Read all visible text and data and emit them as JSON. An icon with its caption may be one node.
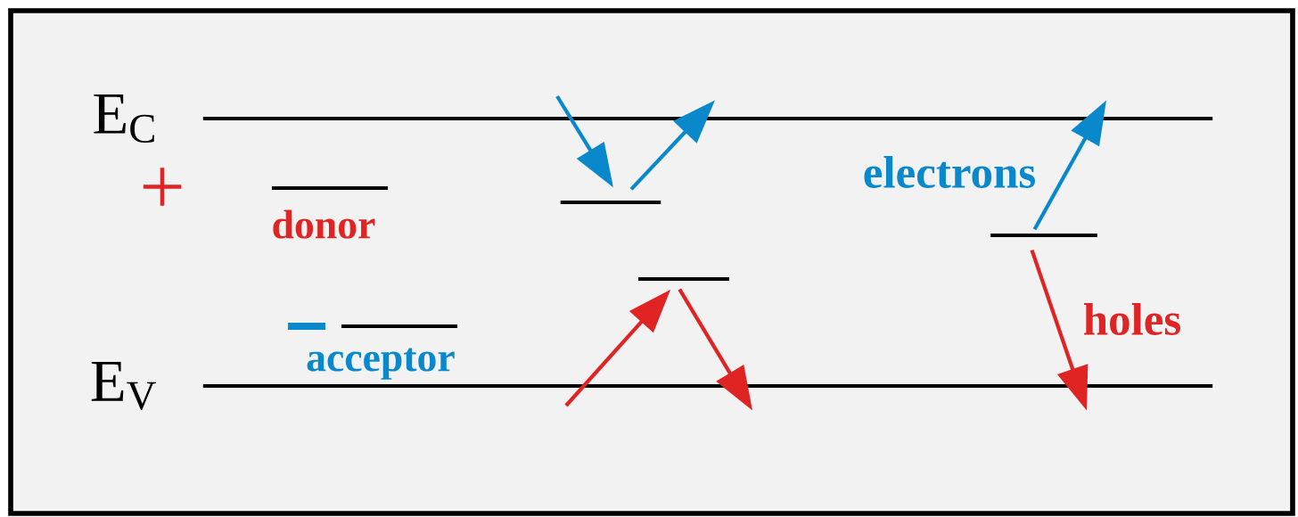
{
  "diagram": {
    "nodes": [
      {
        "text": [
          "E$_{C}$"
        ]
      },
      {
        "text": [
          "E$_{V}$"
        ]
      },
      {
        "text": [
          "donor"
        ],
        "beside": [
          "+"
        ]
      },
      {
        "text": [
          "acceptor"
        ]
      },
      {
        "text": [],
        "shape": "bar"
      },
      {
        "text": [],
        "shape": "bar"
      },
      {
        "text": [],
        "shape": "bar"
      }
    ],
    "edges": [
      {
        "from": null,
        "to": 4,
        "arrow": "to",
        "color": "#0a88cc"
      },
      {
        "from": 4,
        "to": 0,
        "arrow": "to",
        "color": "#0a88cc"
      },
      {
        "from": null,
        "to": 5,
        "arrow": "to",
        "color": "#e02424"
      },
      {
        "from": 5,
        "to": 1,
        "arrow": "to",
        "color": "#e02424"
      },
      {
        "from": 6,
        "to": 0,
        "arrow": "to",
        "label": "electrons",
        "color": "#0a88cc"
      },
      {
        "from": 6,
        "to": 1,
        "arrow": "to",
        "label": "holes",
        "color": "#e02424"
      }
    ]
  }
}
